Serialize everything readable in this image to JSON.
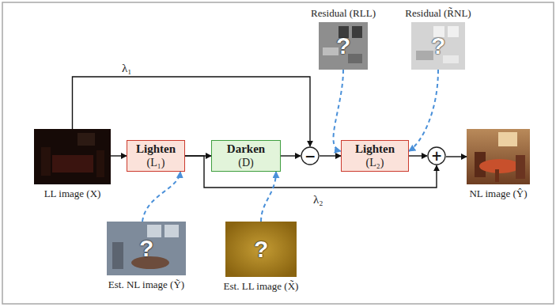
{
  "diagram": {
    "nodes": [
      {
        "text": [
          "LL image (X)"
        ]
      },
      {
        "text": [
          "Lighten",
          "(L₁)"
        ]
      },
      {
        "text": [
          "Darken",
          "(D)"
        ]
      },
      {
        "text": [
          "−"
        ]
      },
      {
        "text": [
          "Lighten",
          "(L₂)"
        ]
      },
      {
        "text": [
          "+"
        ]
      },
      {
        "text": [
          "NL image (Ŷ)"
        ]
      },
      {
        "text": [
          "Residual (RLL)"
        ]
      },
      {
        "text": [
          "Residual (R̃NL)"
        ]
      },
      {
        "text": [
          "Est. NL image (Ỹ)"
        ]
      },
      {
        "text": [
          "Est. LL image (X̃)"
        ]
      }
    ],
    "edges": [
      {
        "from": 0,
        "to": 1,
        "arrow": "to"
      },
      {
        "from": 1,
        "to": 2,
        "arrow": "to"
      },
      {
        "from": 2,
        "to": 3,
        "arrow": "to"
      },
      {
        "from": 3,
        "to": 4,
        "arrow": "to"
      },
      {
        "from": 4,
        "to": 5,
        "arrow": "to"
      },
      {
        "from": 5,
        "to": 6,
        "arrow": "to"
      },
      {
        "from": 0,
        "to": 3,
        "label": "λ₁",
        "arrow": "to"
      },
      {
        "from": 1,
        "to": 5,
        "label": "λ₂",
        "arrow": "to"
      },
      {
        "from": 9,
        "to": 1,
        "arrow": "to"
      },
      {
        "from": 10,
        "to": 2,
        "arrow": "to"
      },
      {
        "from": 7,
        "to": 4,
        "arrow": "to"
      },
      {
        "from": 8,
        "to": 4,
        "arrow": "to"
      }
    ],
    "labels": [
      "?",
      "?",
      "?",
      "?"
    ]
  }
}
